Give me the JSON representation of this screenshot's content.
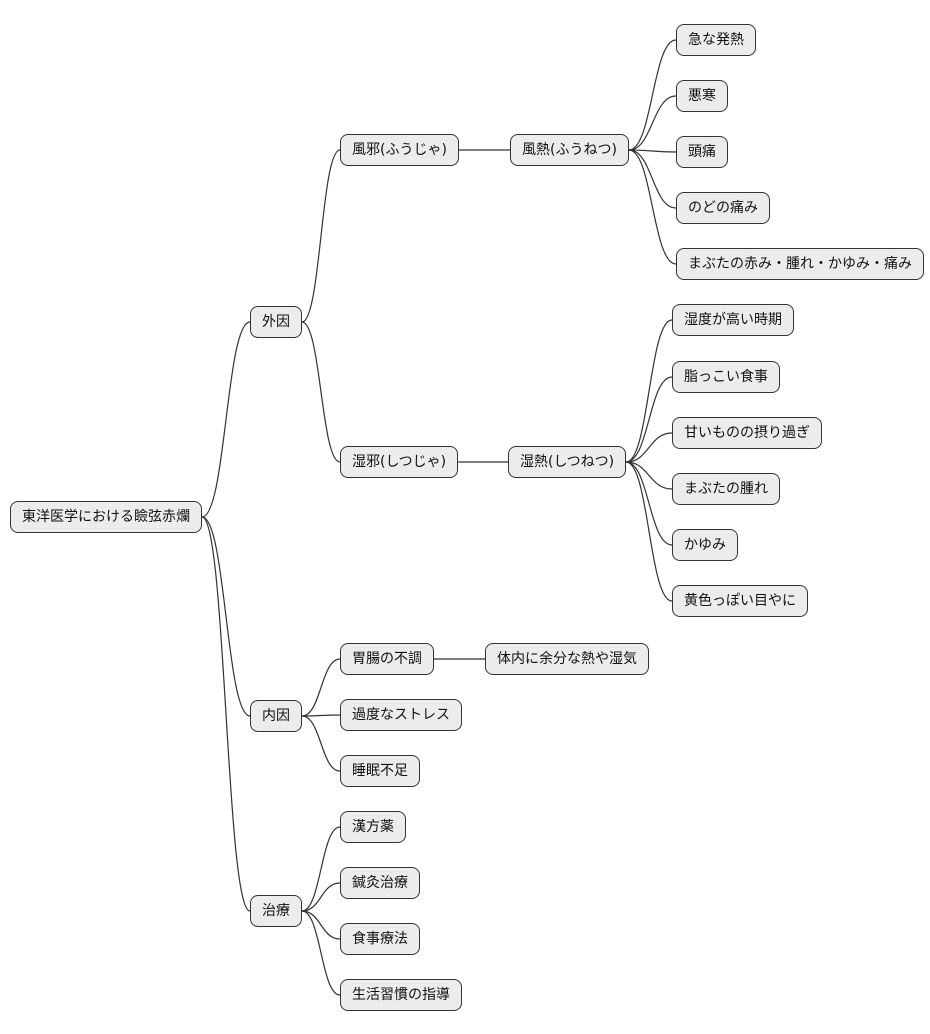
{
  "diagram_type": "mindmap",
  "mindmap": {
    "root": {
      "label": "東洋医学における瞼弦赤爛",
      "children": [
        {
          "label": "外因",
          "children": [
            {
              "label": "風邪(ふうじゃ)",
              "children": [
                {
                  "label": "風熱(ふうねつ)",
                  "children": [
                    {
                      "label": "急な発熱"
                    },
                    {
                      "label": "悪寒"
                    },
                    {
                      "label": "頭痛"
                    },
                    {
                      "label": "のどの痛み"
                    },
                    {
                      "label": "まぶたの赤み・腫れ・かゆみ・痛み"
                    }
                  ]
                }
              ]
            },
            {
              "label": "湿邪(しつじゃ)",
              "children": [
                {
                  "label": "湿熱(しつねつ)",
                  "children": [
                    {
                      "label": "湿度が高い時期"
                    },
                    {
                      "label": "脂っこい食事"
                    },
                    {
                      "label": "甘いものの摂り過ぎ"
                    },
                    {
                      "label": "まぶたの腫れ"
                    },
                    {
                      "label": "かゆみ"
                    },
                    {
                      "label": "黄色っぽい目やに"
                    }
                  ]
                }
              ]
            }
          ]
        },
        {
          "label": "内因",
          "children": [
            {
              "label": "胃腸の不調",
              "children": [
                {
                  "label": "体内に余分な熱や湿気"
                }
              ]
            },
            {
              "label": "過度なストレス"
            },
            {
              "label": "睡眠不足"
            }
          ]
        },
        {
          "label": "治療",
          "children": [
            {
              "label": "漢方薬"
            },
            {
              "label": "鍼灸治療"
            },
            {
              "label": "食事療法"
            },
            {
              "label": "生活習慣の指導"
            }
          ]
        }
      ]
    }
  },
  "style": {
    "node_fill": "#ececec",
    "node_border": "#333333",
    "edge_color": "#333333",
    "background": "#ffffff"
  }
}
